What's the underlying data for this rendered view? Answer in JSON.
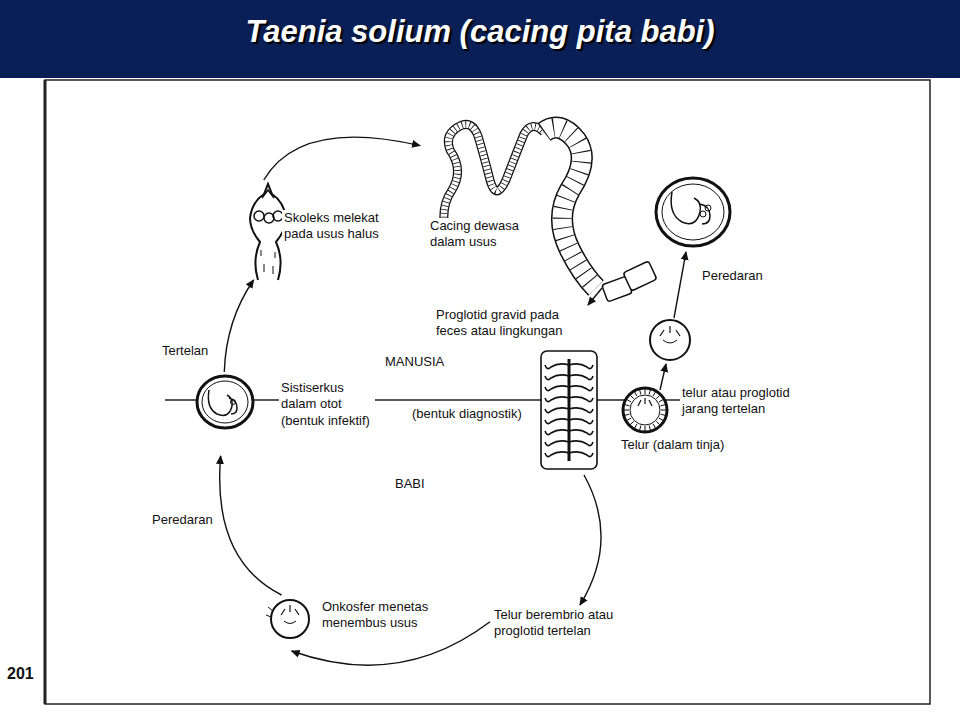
{
  "diagram": {
    "title": "Taenia solium (cacing  pita babi)",
    "nodes": [
      {
        "text": [
          "Skoleks melekat pada usus halus"
        ]
      },
      {
        "text": [
          "Cacing dewasa dalam usus"
        ]
      },
      {
        "text": [
          "Proglotid gravid pada feces atau lingkungan",
          "(bentuk diagnostik)"
        ]
      },
      {
        "text": [
          "Telur (dalam tinja)"
        ]
      },
      {
        "text": [
          "Telur berembrio atau proglotid tertelan"
        ]
      },
      {
        "text": [
          "Onkosfer menetas menembus usus"
        ]
      },
      {
        "text": [
          "Sistiserkus dalam otot (bentuk infektif)"
        ]
      }
    ],
    "edges": [
      {
        "from": 0,
        "to": 1,
        "arrow": "to"
      },
      {
        "from": 1,
        "to": 2,
        "arrow": "to"
      },
      {
        "from": 2,
        "to": 4,
        "arrow": "to"
      },
      {
        "from": 4,
        "to": 5,
        "arrow": "to"
      },
      {
        "from": 5,
        "to": 6,
        "label": "Peredaran",
        "arrow": "to"
      },
      {
        "from": 6,
        "to": 0,
        "label": "Tertelan",
        "arrow": "to"
      }
    ],
    "labels": [
      "MANUSIA",
      "BABI",
      "telur atau proglotid jarang tertelan",
      "Peredaran",
      "201"
    ]
  }
}
